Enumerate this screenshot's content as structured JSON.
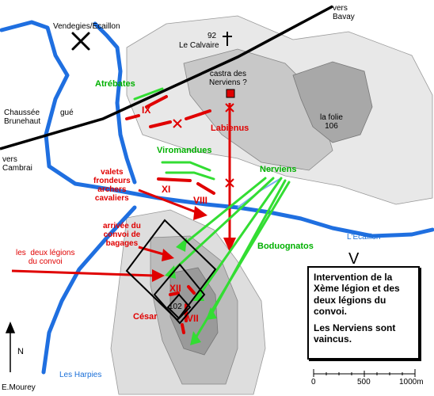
{
  "places": {
    "vendegies": "Vendegies/Ecaillon",
    "bavay": "vers\nBavay",
    "calvaire_alt": "92",
    "calvaire": "Le Calvaire",
    "castra": "castra des\nNerviens ?",
    "folie": "la folie\n106",
    "chaussee": "Chaussée\nBrunehaut",
    "gue": "gué",
    "cambrai": "vers\nCambrai",
    "ecaillon": "L'Ecaillon",
    "harpies": "Les Harpies",
    "hill_alt": "102"
  },
  "peoples": {
    "atrebates": "Atrébates",
    "viromandues": "Viromandues",
    "nerviens": "Nerviens",
    "boduognatos": "Boduognatos"
  },
  "roman": {
    "legion_ix": "IX",
    "legion_x": "X",
    "legion_xi": "XI",
    "legion_viii": "VIII",
    "legion_xii": "XII",
    "legion_vii": "VII",
    "labienus": "Labienus",
    "valets": "valets\nfrondeurs\narchers\ncavaliers",
    "convoi_arrival": "arrivée du\nconvoi de\nbagages",
    "deux_legions": "les  deux légions\ndu convoi",
    "cesar": "César"
  },
  "legend": {
    "text1": "Intervention de la Xème légion et des deux légions du convoi.",
    "text2": "Les Nerviens sont vaincus."
  },
  "scale": {
    "start": "0",
    "mid": "500",
    "end": "1000m"
  },
  "north": "N",
  "author": "E.Mourey",
  "colors": {
    "roman": "#e00000",
    "gaul": "#33dd33",
    "river": "#1f6fe0",
    "road": "#000000"
  }
}
